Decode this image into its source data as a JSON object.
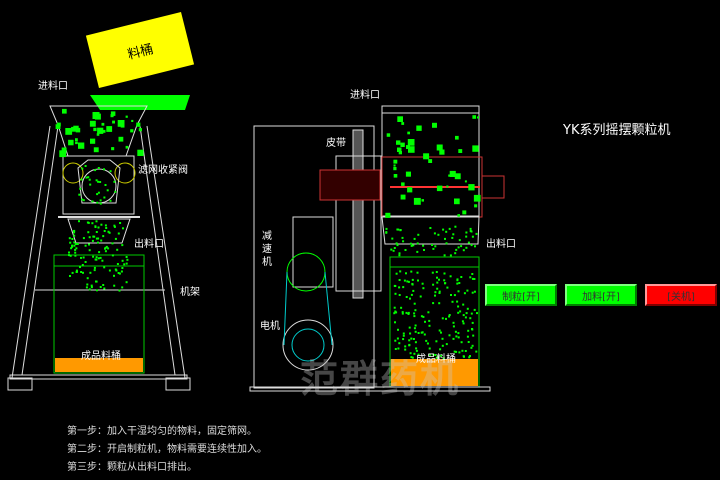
{
  "title": "YK系列摇摆颗粒机",
  "left_diagram": {
    "bucket_label": "料桶",
    "inlet": "进料口",
    "valve": "滤网收紧阀",
    "outlet": "出料口",
    "frame": "机架",
    "product_bucket": "成品料桶"
  },
  "right_diagram": {
    "inlet": "进料口",
    "belt": "皮带",
    "reducer": "减速机",
    "motor": "电机",
    "outlet": "出料口",
    "product_bucket": "成品料桶"
  },
  "buttons": {
    "granulate": "制粒[开]",
    "feed": "加料[开]",
    "shutdown": "[关机]"
  },
  "steps": [
    "第一步：加入干湿均匀的物料，固定筛网。",
    "第二步：开启制粒机，物料需要连续性加入。",
    "第三步：颗粒从出料口排出。"
  ],
  "watermark": "范群药机",
  "colors": {
    "particle": "#00ff00",
    "bucket": "#ffff00",
    "product": "#ff9900",
    "stop": "#ff0000"
  }
}
